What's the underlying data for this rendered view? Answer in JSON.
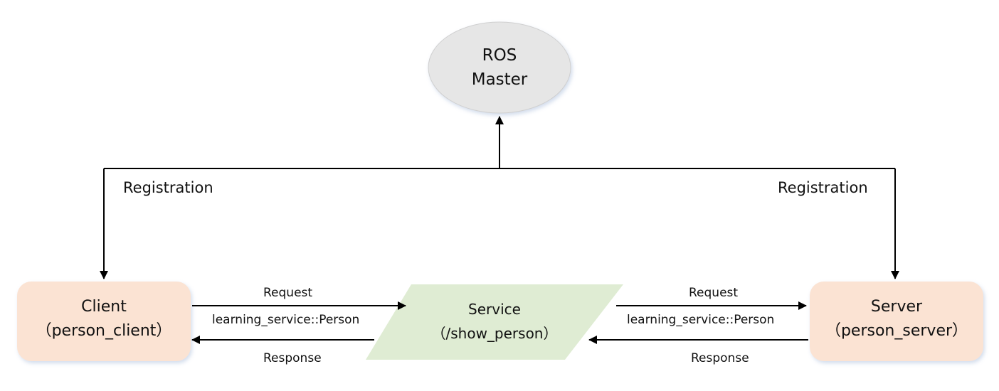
{
  "master": {
    "line1": "ROS",
    "line2": "Master"
  },
  "client": {
    "line1": "Client",
    "line2": "（person_client）"
  },
  "server": {
    "line1": "Server",
    "line2": "（person_server）"
  },
  "service": {
    "line1": "Service",
    "line2": "（/show_person）"
  },
  "labels": {
    "registration_left": "Registration",
    "registration_right": "Registration",
    "request_left": "Request",
    "type_left": "learning_service::Person",
    "response_left": "Response",
    "request_right": "Request",
    "type_right": "learning_service::Person",
    "response_right": "Response"
  },
  "colors": {
    "master_fill": "#e6e6e6",
    "node_fill": "#fbe3d3",
    "service_fill": "#dfecd3",
    "line": "#000000"
  }
}
